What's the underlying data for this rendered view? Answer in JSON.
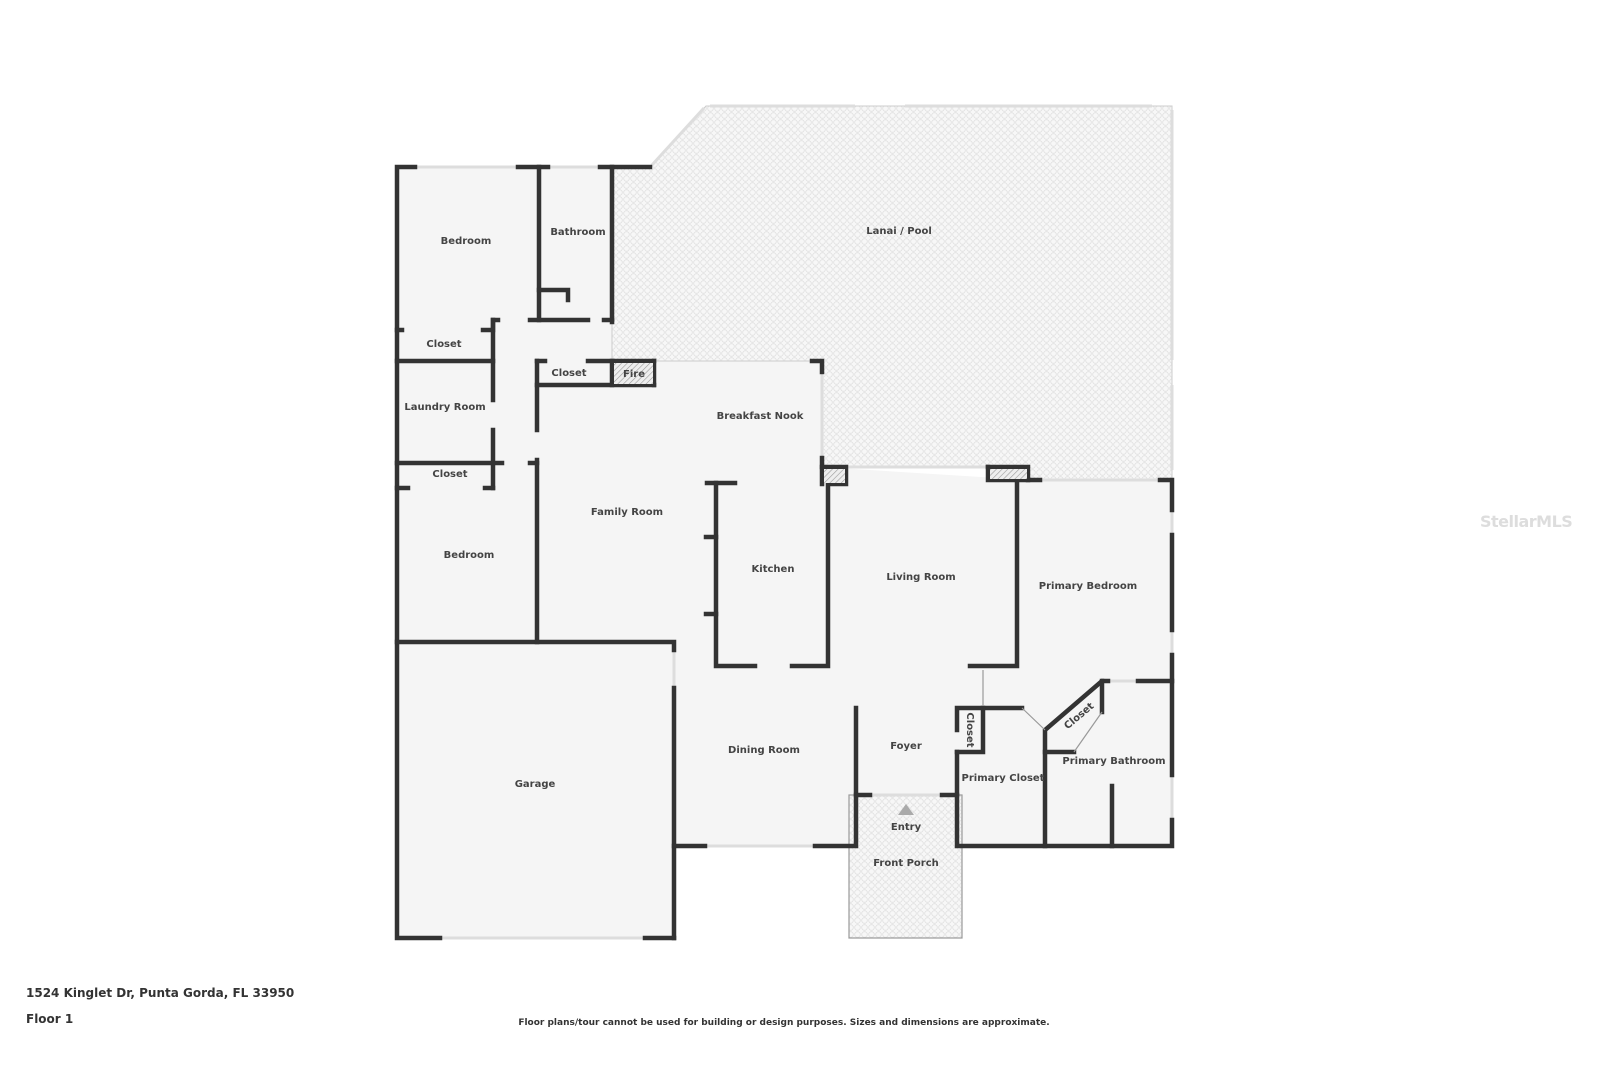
{
  "footer": {
    "address": "1524 Kinglet Dr, Punta Gorda, FL 33950",
    "floor": "Floor 1",
    "disclaimer": "Floor plans/tour cannot be used for building or design purposes. Sizes and dimensions are approximate."
  },
  "watermark": "StellarMLS",
  "colors": {
    "wall": "#333333",
    "floor": "#f5f5f5",
    "outdoor_pattern": "#dddddd"
  },
  "rooms": {
    "bedroom1": "Bedroom",
    "bathroom": "Bathroom",
    "lanai": "Lanai / Pool",
    "closet1": "Closet",
    "closet2": "Closet",
    "fire": "Fire",
    "laundry": "Laundry Room",
    "breakfast": "Breakfast Nook",
    "closet3": "Closet",
    "family": "Family Room",
    "bedroom2": "Bedroom",
    "kitchen": "Kitchen",
    "living": "Living Room",
    "primary_bedroom": "Primary Bedroom",
    "garage": "Garage",
    "dining": "Dining Room",
    "foyer": "Foyer",
    "closet4": "Closet",
    "closet5": "Closet",
    "primary_closet": "Primary Closet",
    "primary_bathroom": "Primary Bathroom",
    "entry": "Entry",
    "front_porch": "Front Porch"
  }
}
